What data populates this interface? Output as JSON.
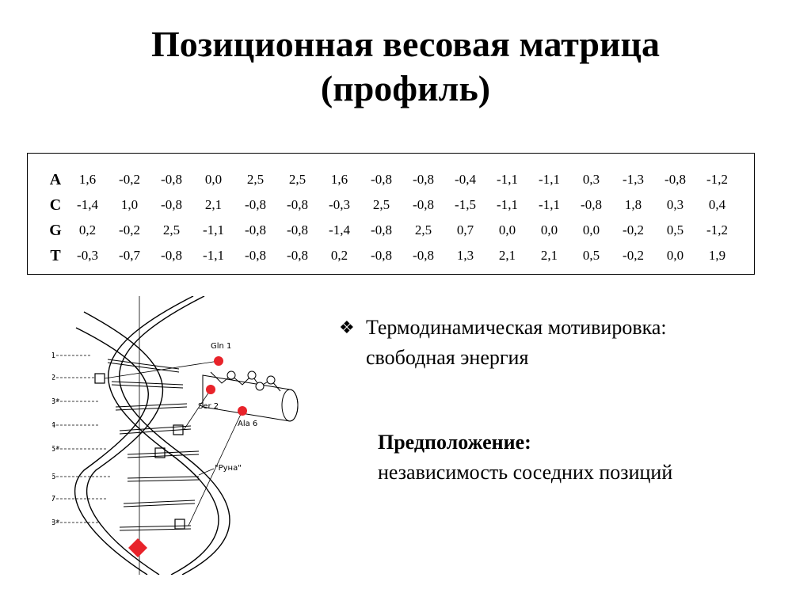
{
  "title": {
    "line1": "Позиционная весовая матрица",
    "line2": "(профиль)"
  },
  "matrix": {
    "rows": [
      {
        "base": "A",
        "values": [
          "1,6",
          "-0,2",
          "-0,8",
          "0,0",
          "2,5",
          "2,5",
          "1,6",
          "-0,8",
          "-0,8",
          "-0,4",
          "-1,1",
          "-1,1",
          "0,3",
          "-1,3",
          "-0,8",
          "-1,2"
        ]
      },
      {
        "base": "C",
        "values": [
          "-1,4",
          "1,0",
          "-0,8",
          "2,1",
          "-0,8",
          "-0,8",
          "-0,3",
          "2,5",
          "-0,8",
          "-1,5",
          "-1,1",
          "-1,1",
          "-0,8",
          "1,8",
          "0,3",
          "0,4"
        ]
      },
      {
        "base": "G",
        "values": [
          "0,2",
          "-0,2",
          "2,5",
          "-1,1",
          "-0,8",
          "-0,8",
          "-1,4",
          "-0,8",
          "2,5",
          "0,7",
          "0,0",
          "0,0",
          "0,0",
          "-0,2",
          "0,5",
          "-1,2"
        ]
      },
      {
        "base": "T",
        "values": [
          "-0,3",
          "-0,7",
          "-0,8",
          "-1,1",
          "-0,8",
          "-0,8",
          "0,2",
          "-0,8",
          "-0,8",
          "1,3",
          "2,1",
          "2,1",
          "0,5",
          "-0,2",
          "0,0",
          "1,9"
        ]
      }
    ]
  },
  "figure": {
    "position_labels": [
      "1",
      "2",
      "3*",
      "4",
      "5*",
      "6",
      "7",
      "8*"
    ],
    "residue_labels": [
      "Gln 1",
      "Ser 2",
      "Ala 6"
    ],
    "strand_label": "\"Руна\""
  },
  "bullet": {
    "icon": "diamond-bullet-icon",
    "line1": "Термодинамическая мотивировка:",
    "line2": "свободная энергия"
  },
  "assumption": {
    "title": "Предположение:",
    "text": "независимость соседних позиций"
  },
  "colors": {
    "highlight": "#e8232a",
    "text": "#000000"
  }
}
